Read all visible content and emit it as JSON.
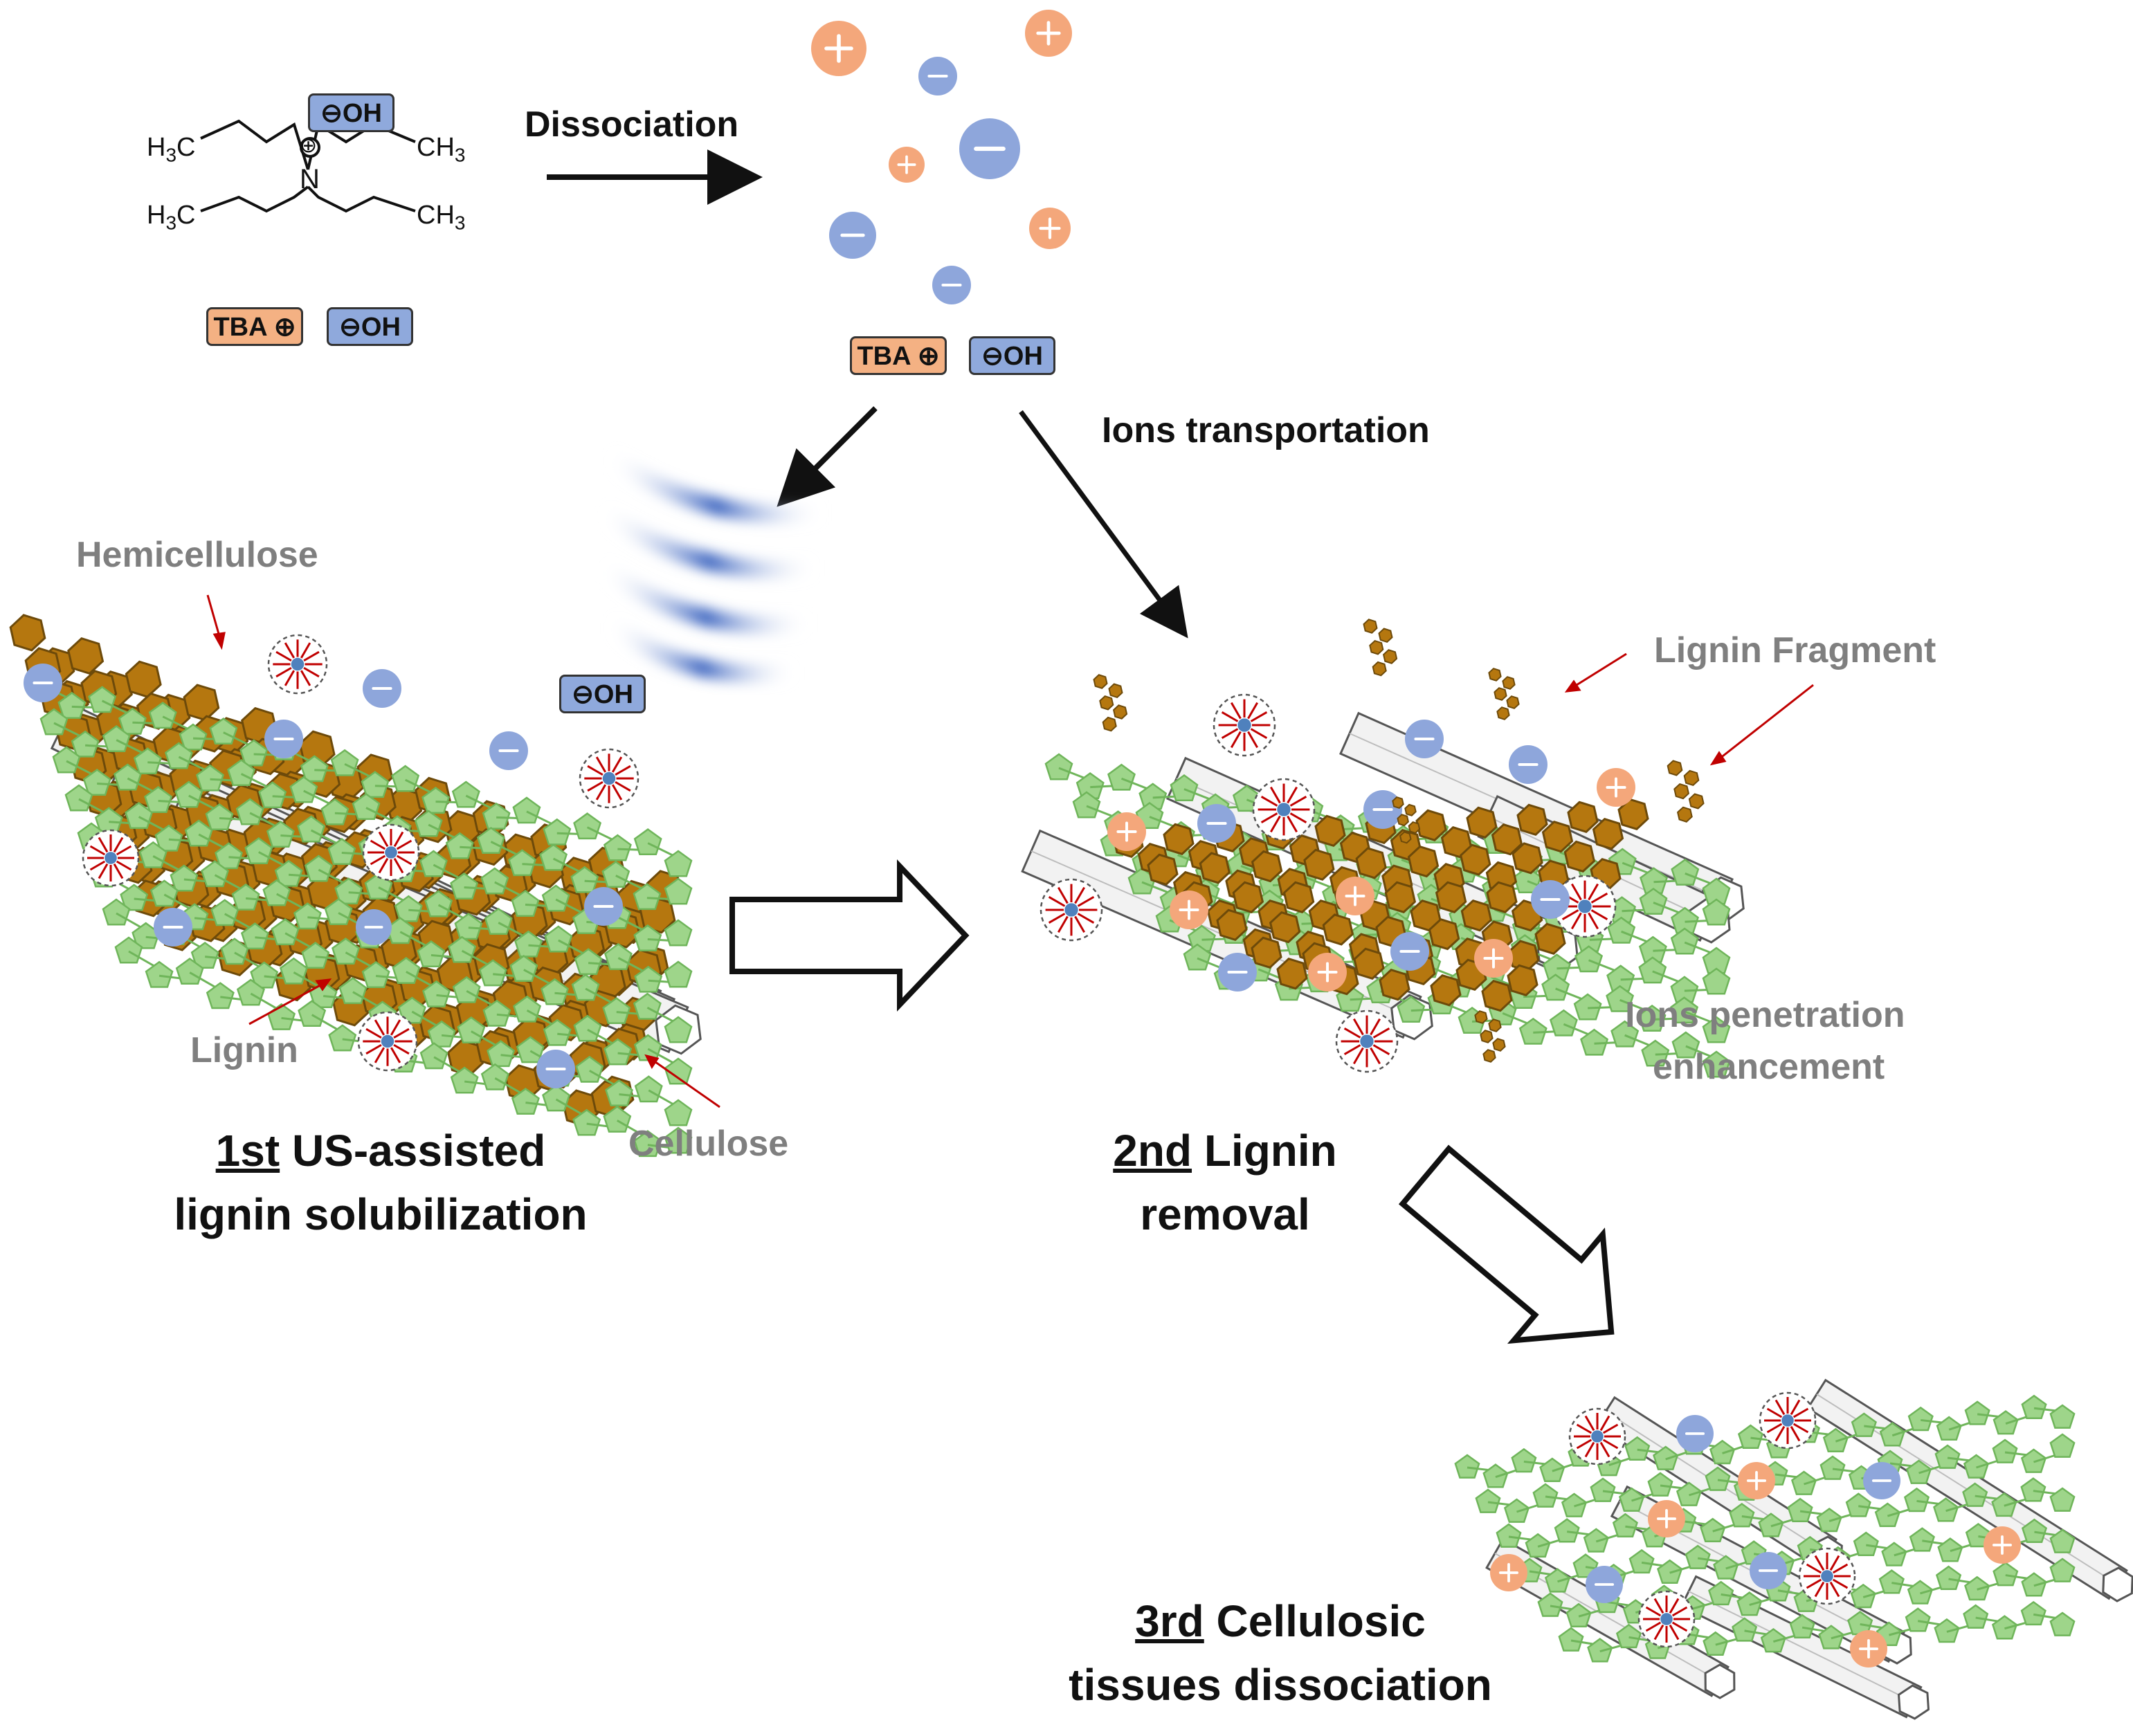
{
  "colors": {
    "cation": "#f4a77b",
    "anion": "#8ea6db",
    "lignin": "#b5770f",
    "hemicellulose": "#9ed58a",
    "cellulose": "#f2f2f2",
    "arrow": "#111111",
    "annotation_text": "#7f7f7f",
    "pointer": "#c00000"
  },
  "molecule": {
    "h3c_top": "H",
    "h3c_top_sub": "3",
    "h3c_top_c": "C",
    "h3c_bot": "H",
    "h3c_bot_sub": "3",
    "h3c_bot_c": "C",
    "ch3_top": "CH",
    "ch3_top_sub": "3",
    "ch3_bot": "CH",
    "ch3_bot_sub": "3",
    "nitrogen": "N",
    "charge": "⊕"
  },
  "ions": {
    "oh_label": "⊖OH",
    "tba_label": "TBA ⊕",
    "plus": "+",
    "minus": "−"
  },
  "labels": {
    "dissociation": "Dissociation",
    "ions_transportation": "Ions transportation",
    "hemicellulose": "Hemicellulose",
    "lignin": "Lignin",
    "cellulose": "Cellulose",
    "lignin_fragment": "Lignin Fragment",
    "ions_penetration_1": "Ions penetration",
    "ions_penetration_2": "enhancement"
  },
  "steps": {
    "step1_num": "1st",
    "step1_rest": " US-assisted",
    "step1_line2": "lignin solubilization",
    "step2_num": "2nd",
    "step2_rest": " Lignin",
    "step2_line2": "removal",
    "step3_num": "3rd",
    "step3_rest": " Cellulosic",
    "step3_line2": "tissues dissociation"
  }
}
